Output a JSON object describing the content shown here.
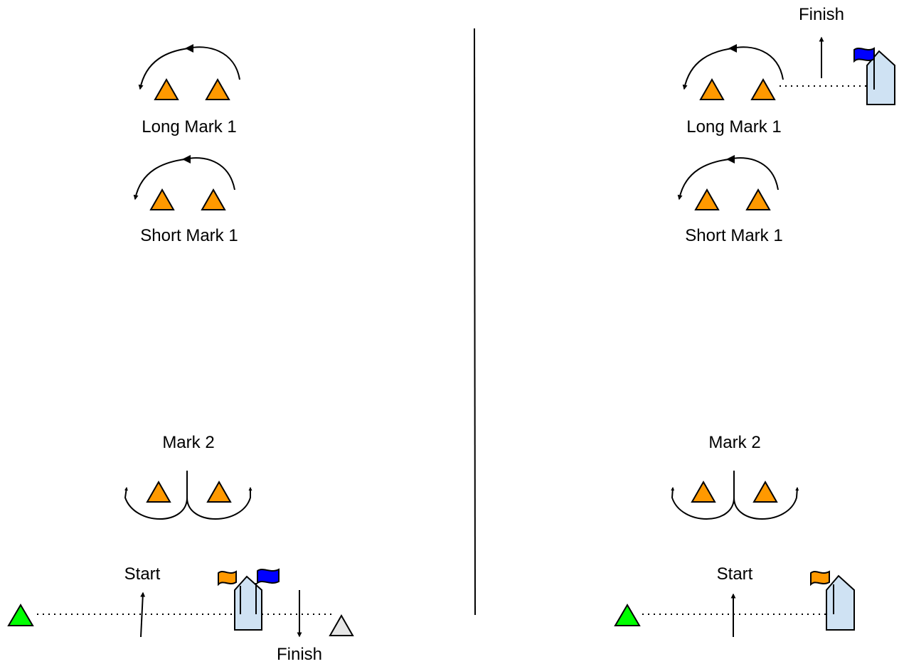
{
  "colors": {
    "mark": "#ff9900",
    "pin_end": "#00ff00",
    "limit_mark": "#e6e6e6",
    "committee_boat": "#cfe2f3",
    "flag_orange": "#ff9900",
    "flag_blue": "#0000ff"
  },
  "left_course": {
    "long_mark_label": "Long Mark 1",
    "short_mark_label": "Short Mark 1",
    "mark2_label": "Mark 2",
    "start_label": "Start",
    "finish_label": "Finish"
  },
  "right_course": {
    "finish_label": "Finish",
    "long_mark_label": "Long Mark 1",
    "short_mark_label": "Short Mark 1",
    "mark2_label": "Mark 2",
    "start_label": "Start"
  }
}
